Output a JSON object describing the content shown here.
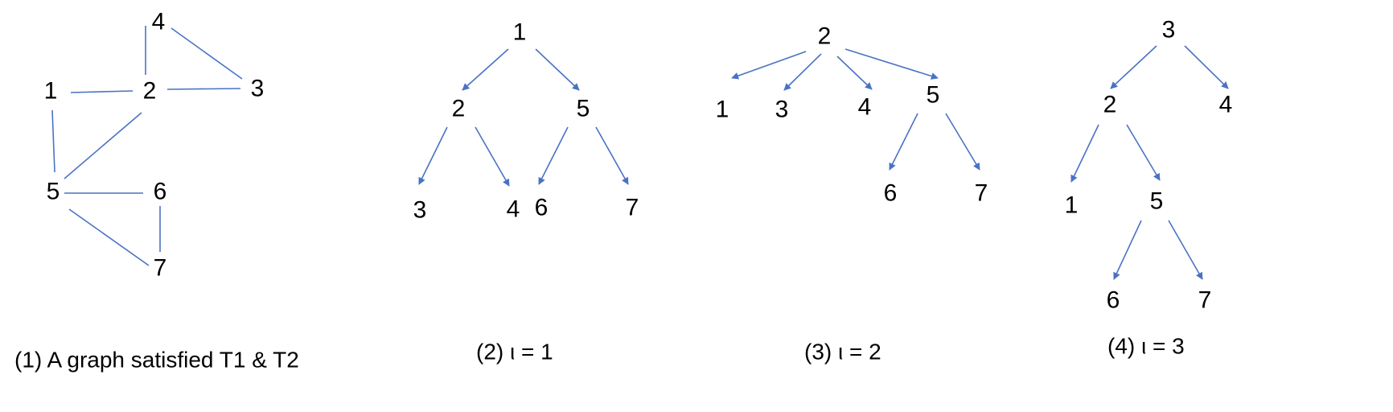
{
  "colors": {
    "edge": "#4a72c4",
    "text": "#000000",
    "background": "#ffffff"
  },
  "panels": [
    {
      "caption_label": "(1) A graph satisfied T1 & T2",
      "directed": false,
      "nodes": [
        {
          "id": "n1",
          "label": "1"
        },
        {
          "id": "n2",
          "label": "2"
        },
        {
          "id": "n3",
          "label": "3"
        },
        {
          "id": "n4",
          "label": "4"
        },
        {
          "id": "n5",
          "label": "5"
        },
        {
          "id": "n6",
          "label": "6"
        },
        {
          "id": "n7",
          "label": "7"
        }
      ],
      "edges": [
        [
          "n1",
          "n2"
        ],
        [
          "n2",
          "n4"
        ],
        [
          "n4",
          "n3"
        ],
        [
          "n2",
          "n3"
        ],
        [
          "n1",
          "n5"
        ],
        [
          "n2",
          "n5"
        ],
        [
          "n5",
          "n6"
        ],
        [
          "n6",
          "n7"
        ],
        [
          "n5",
          "n7"
        ]
      ]
    },
    {
      "caption_label": "(2) ι = 1",
      "directed": true,
      "nodes": [
        {
          "id": "n1",
          "label": "1"
        },
        {
          "id": "n2",
          "label": "2"
        },
        {
          "id": "n5",
          "label": "5"
        },
        {
          "id": "n3",
          "label": "3"
        },
        {
          "id": "n4",
          "label": "4"
        },
        {
          "id": "n6",
          "label": "6"
        },
        {
          "id": "n7",
          "label": "7"
        }
      ],
      "edges": [
        [
          "n1",
          "n2"
        ],
        [
          "n1",
          "n5"
        ],
        [
          "n2",
          "n3"
        ],
        [
          "n2",
          "n4"
        ],
        [
          "n5",
          "n6"
        ],
        [
          "n5",
          "n7"
        ]
      ]
    },
    {
      "caption_label": "(3) ι = 2",
      "directed": true,
      "nodes": [
        {
          "id": "n2",
          "label": "2"
        },
        {
          "id": "n1",
          "label": "1"
        },
        {
          "id": "n3",
          "label": "3"
        },
        {
          "id": "n4",
          "label": "4"
        },
        {
          "id": "n5",
          "label": "5"
        },
        {
          "id": "n6",
          "label": "6"
        },
        {
          "id": "n7",
          "label": "7"
        }
      ],
      "edges": [
        [
          "n2",
          "n1"
        ],
        [
          "n2",
          "n3"
        ],
        [
          "n2",
          "n4"
        ],
        [
          "n2",
          "n5"
        ],
        [
          "n5",
          "n6"
        ],
        [
          "n5",
          "n7"
        ]
      ]
    },
    {
      "caption_label": "(4) ι = 3",
      "directed": true,
      "nodes": [
        {
          "id": "n3",
          "label": "3"
        },
        {
          "id": "n2",
          "label": "2"
        },
        {
          "id": "n4",
          "label": "4"
        },
        {
          "id": "n1",
          "label": "1"
        },
        {
          "id": "n5",
          "label": "5"
        },
        {
          "id": "n6",
          "label": "6"
        },
        {
          "id": "n7",
          "label": "7"
        }
      ],
      "edges": [
        [
          "n3",
          "n2"
        ],
        [
          "n3",
          "n4"
        ],
        [
          "n2",
          "n1"
        ],
        [
          "n2",
          "n5"
        ],
        [
          "n5",
          "n6"
        ],
        [
          "n5",
          "n7"
        ]
      ]
    }
  ]
}
